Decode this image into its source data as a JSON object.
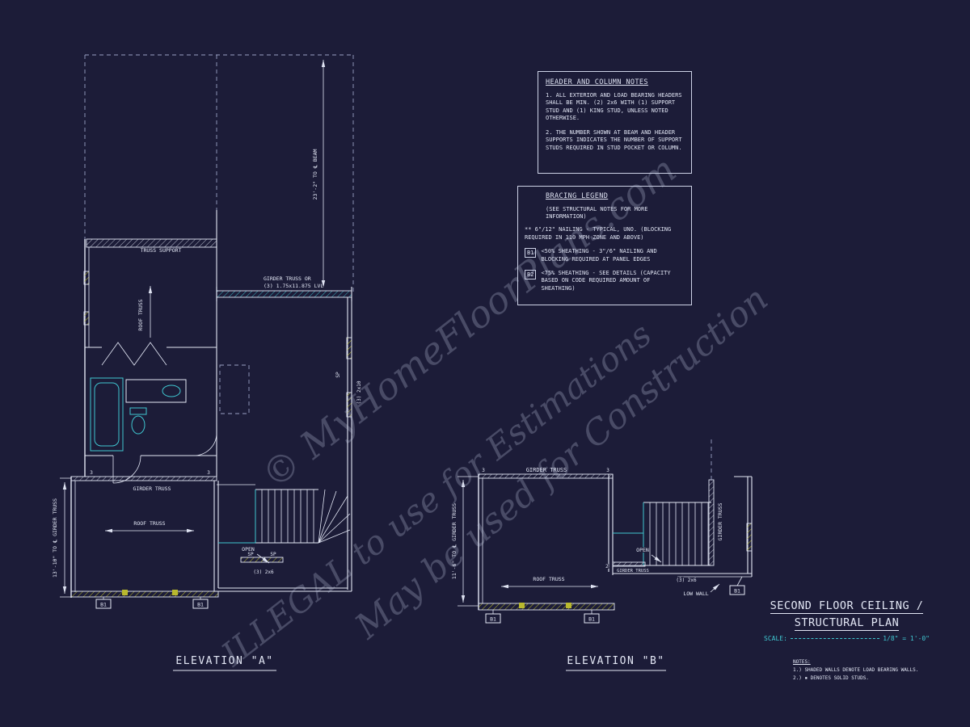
{
  "colors": {
    "background": "#1c1c38",
    "line": "#e3e7f5",
    "accent_cyan": "#3fc6d0",
    "accent_yellow": "#b9b92e"
  },
  "header_notes": {
    "title": "HEADER AND COLUMN NOTES",
    "note1": "1. ALL EXTERIOR AND LOAD BEARING HEADERS SHALL BE MIN. (2) 2x6 WITH (1) SUPPORT STUD AND (1) KING STUD, UNLESS NOTED OTHERWISE.",
    "note2": "2. THE NUMBER SHOWN AT BEAM AND HEADER SUPPORTS INDICATES THE NUMBER OF SUPPORT STUDS REQUIRED IN STUD POCKET OR COLUMN."
  },
  "bracing_legend": {
    "title": "BRACING LEGEND",
    "subtitle": "(SEE STRUCTURAL NOTES FOR MORE INFORMATION)",
    "general_note": "** 6\"/12\" NAILING - TYPICAL, UNO. (BLOCKING REQUIRED IN 110 MPH ZONE AND ABOVE)",
    "items": [
      {
        "code": "B1",
        "text": "<50% SHEATHING - 3\"/6\" NAILING AND BLOCKING REQUIRED AT PANEL EDGES"
      },
      {
        "code": "B2",
        "text": "<75% SHEATHING - SEE DETAILS (CAPACITY BASED ON CODE REQUIRED AMOUNT OF SHEATHING)"
      }
    ]
  },
  "elevation_a": {
    "title": "ELEVATION \"A\"",
    "labels": {
      "truss_support": "TRUSS SUPPORT",
      "roof_truss_upper": "ROOF TRUSS",
      "girder_lvl_line1": "GIRDER TRUSS OR",
      "girder_lvl_line2": "(3) 1.75x11.875 LVL",
      "dim_beam": "23'-2\" TO ℄ BEAM",
      "sp_wall": "SP",
      "post_2x10": "(3) 2x10",
      "corner_left": "3",
      "corner_right": "3",
      "girder_truss": "GIRDER TRUSS",
      "roof_truss_lower": "ROOF TRUSS",
      "dim_girder": "13'-10\" TO ℄ GIRDER TRUSS",
      "open": "OPEN",
      "sp1": "SP",
      "sp2": "SP",
      "lumber_2x6": "(3) 2x6",
      "b1_left": "B1",
      "b1_right": "B1"
    }
  },
  "elevation_b": {
    "title": "ELEVATION \"B\"",
    "labels": {
      "girder_truss_top": "GIRDER TRUSS",
      "corner_left": "3",
      "corner_right": "3",
      "dim_girder": "11'-6\" TO ℄ GIRDER TRUSS",
      "roof_truss": "ROOF TRUSS",
      "girder_truss_right": "GIRDER TRUSS",
      "girder_truss_small": "GIRDER TRUSS",
      "stud_count": "2",
      "open": "OPEN",
      "lumber_2x6": "(3) 2x6",
      "low_wall": "LOW WALL",
      "b1_left": "B1",
      "b1_right": "B1",
      "b1_wall": "B1"
    }
  },
  "title_block": {
    "line1": "SECOND FLOOR CEILING /",
    "line2": "STRUCTURAL PLAN",
    "scale_label": "SCALE:",
    "scale_value": "1/8\" = 1'-0\"",
    "notes_title": "NOTES:",
    "note1": "1.) SHADED WALLS DENOTE LOAD BEARING WALLS.",
    "note2": "2.) ▪ DENOTES SOLID STUDS."
  },
  "watermarks": {
    "line1": "© MyHomeFloorPlans.com",
    "line2": "ILLEGAL to use for Estimations",
    "line3": "May be used for Construction"
  }
}
